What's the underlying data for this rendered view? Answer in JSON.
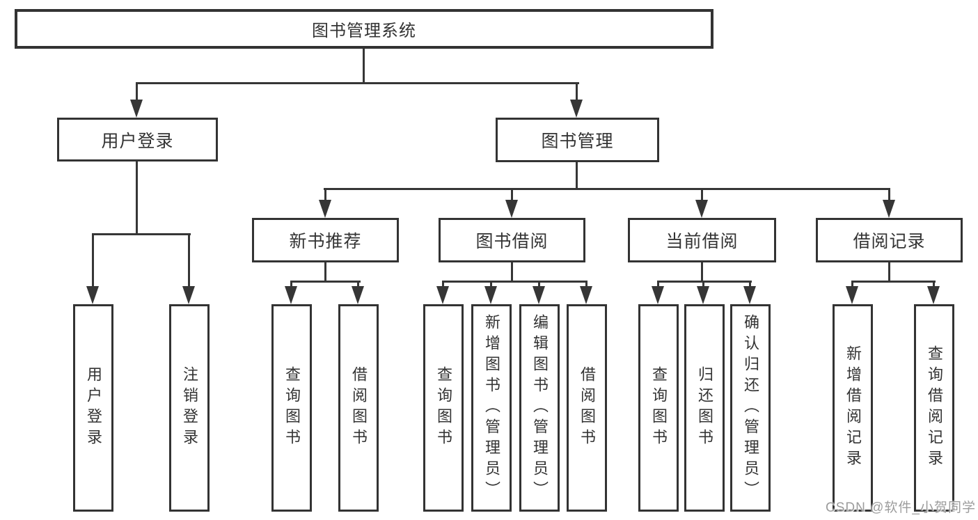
{
  "tree": {
    "root": {
      "label": "图书管理系统",
      "children": [
        {
          "label": "用户登录",
          "children": [
            {
              "label": "用户登录"
            },
            {
              "label": "注销登录"
            }
          ]
        },
        {
          "label": "图书管理",
          "children": [
            {
              "label": "新书推荐",
              "children": [
                {
                  "label": "查询图书"
                },
                {
                  "label": "借阅图书"
                }
              ]
            },
            {
              "label": "图书借阅",
              "children": [
                {
                  "label": "查询图书"
                },
                {
                  "label": "新增图书（管理员）"
                },
                {
                  "label": "编辑图书（管理员）"
                },
                {
                  "label": "借阅图书"
                }
              ]
            },
            {
              "label": "当前借阅",
              "children": [
                {
                  "label": "查询图书"
                },
                {
                  "label": "归还图书"
                },
                {
                  "label": "确认归还（管理员）"
                }
              ]
            },
            {
              "label": "借阅记录",
              "children": [
                {
                  "label": "新增借阅记录"
                },
                {
                  "label": "查询借阅记录"
                }
              ]
            }
          ]
        }
      ]
    }
  },
  "watermark": {
    "text": "CSDN @软件_小贺同学"
  },
  "colors": {
    "line": "#363636",
    "border": "#333333",
    "text": "#333333",
    "watermark": "#9c9c9c",
    "background": "#ffffff"
  }
}
